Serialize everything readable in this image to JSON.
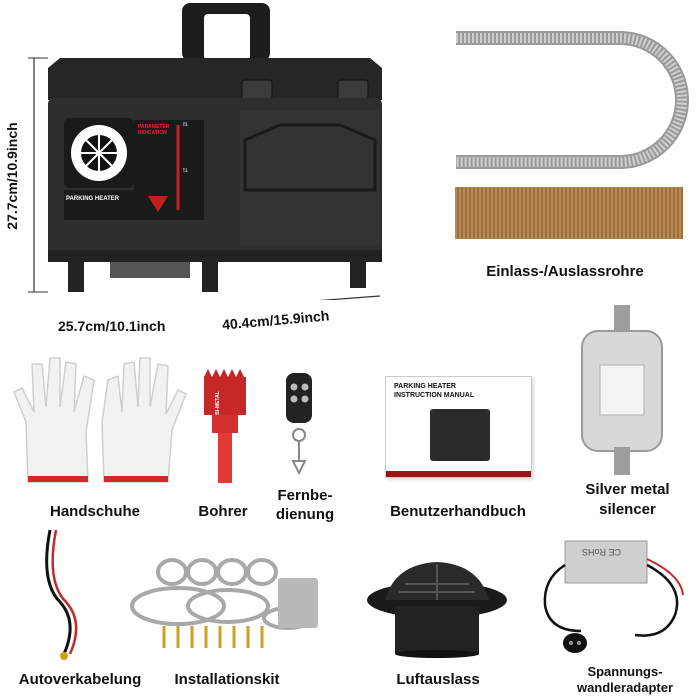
{
  "heater": {
    "height_label": "27.7cm/10.9inch",
    "width_label": "25.7cm/10.1inch",
    "depth_label": "40.4cm/15.9inch",
    "panel_title": "PARAMETER INDICATION",
    "brand_text": "PARKING HEATER",
    "scale_top": "8L",
    "scale_mid": "5L"
  },
  "items": {
    "pipes": "Einlass-/Auslassrohre",
    "gloves": "Handschuhe",
    "drill": "Bohrer",
    "remote_line1": "Fernbe-",
    "remote_line2": "dienung",
    "manual": "Benutzerhandbuch",
    "silencer_line1": "Silver metal",
    "silencer_line2": "silencer",
    "wiring": "Autoverkabelung",
    "kit": "Installationskit",
    "outlet": "Luftauslass",
    "adapter_line1": "Spannungs-",
    "adapter_line2": "wandleradapter"
  },
  "manual_cover": {
    "title_line1": "PARKING HEATER",
    "title_line2": "INSTRUCTION MANUAL"
  },
  "drill_text": "BI-METAL",
  "adapter_text": "CE RoHS"
}
